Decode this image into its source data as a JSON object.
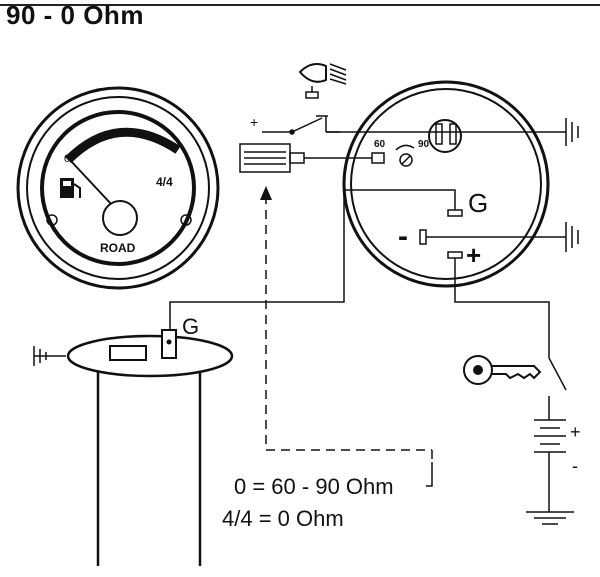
{
  "title": "90 - 0 Ohm",
  "gauge": {
    "empty_mark": "0",
    "full_mark": "4/4",
    "brand": "ROAD"
  },
  "switch_plus": "+",
  "sender_labels": {
    "left": "60",
    "right": "90"
  },
  "terminals": {
    "g": "G",
    "minus": "-",
    "plus": "+"
  },
  "tank_terminal": "G",
  "battery": {
    "plus": "+",
    "minus": "-"
  },
  "formula": {
    "line1": "0  = 60 - 90 Ohm",
    "line2": "4/4 = 0 Ohm"
  }
}
